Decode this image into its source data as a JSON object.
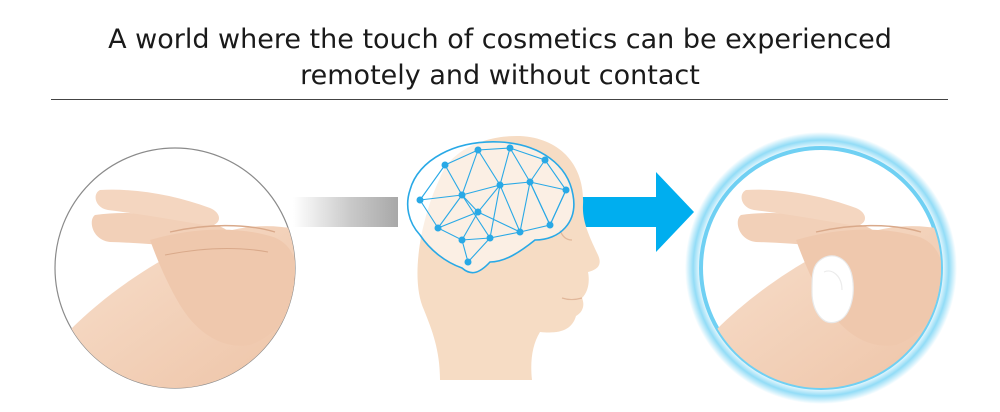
{
  "header": {
    "title_line1": "A world where the touch of cosmetics can be experienced",
    "title_line2": "remotely and without contact"
  },
  "colors": {
    "accent_cyan": "#00aeef",
    "network_blue": "#29a9e6",
    "skin": "#f6dcc4",
    "left_circle_border": "#8a8a8a",
    "glow": "#7fd6f5"
  },
  "icons": {
    "left": "hands-touching-illustration",
    "center": "head-with-brain-network-icon",
    "right": "hands-with-cream-illustration"
  }
}
